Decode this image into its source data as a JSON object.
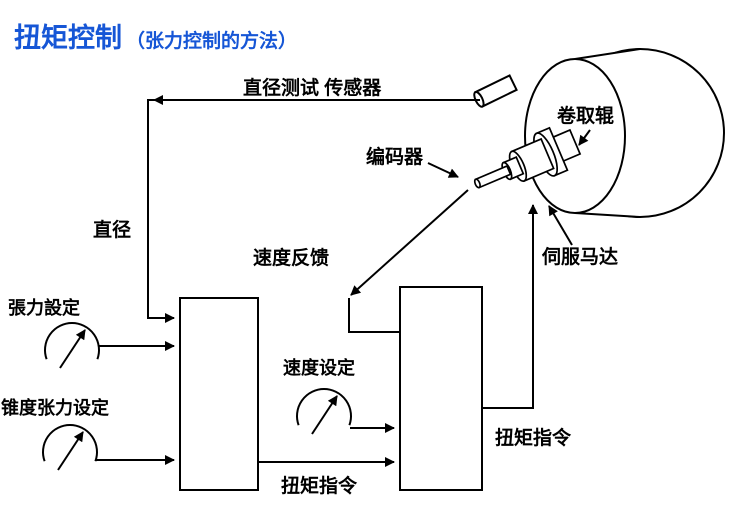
{
  "title": {
    "main": "扭矩控制",
    "sub": "（张力控制的方法）"
  },
  "labels": {
    "diameter_sensor": "直径测试 传感器",
    "winding_roll": "卷取辊",
    "encoder": "编码器",
    "servo_motor": "伺服马达",
    "diameter": "直径",
    "speed_feedback": "速度反馈",
    "tension_setting": "張力設定",
    "taper_tension_setting": "锥度张力设定",
    "speed_setting": "速度设定",
    "torque_command_bottom": "扭矩指令",
    "torque_command_right": "扭矩指令"
  },
  "colors": {
    "title_blue": "#1656d6",
    "diagram_black": "#000000",
    "background": "#ffffff"
  }
}
